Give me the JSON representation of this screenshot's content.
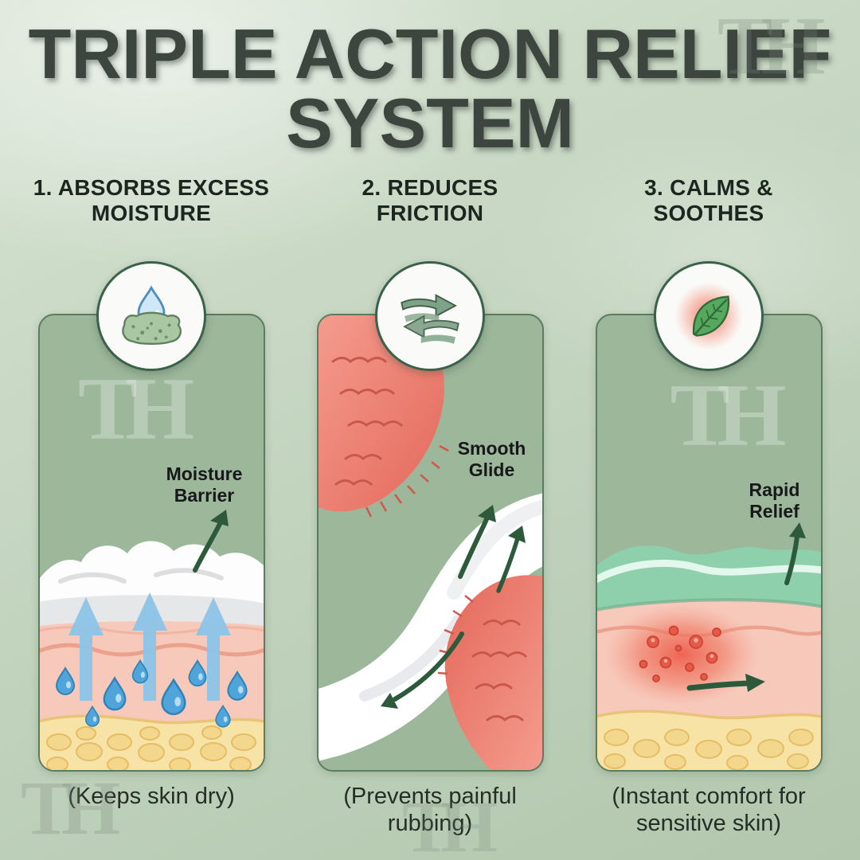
{
  "page": {
    "title_line1": "TRIPLE ACTION RELIEF",
    "title_line2": "SYSTEM",
    "watermark": "TH"
  },
  "colors": {
    "background_light": "#d6e2d2",
    "background_dark": "#b2c7ae",
    "panel_fill": "#9db79b",
    "panel_border": "#5c7c60",
    "title_text": "#3d453f",
    "heading_text": "#1c261f",
    "accent_arrow_green": "#2c5a3b",
    "moisture_blue": "#4fa5da",
    "skin_pink": "#f7c9bb",
    "fat_yellow": "#f8e3a6",
    "irritation_red": "#ee5f4e",
    "soothing_green": "#8fd0ac",
    "cream_white": "#fdfdfd"
  },
  "steps": [
    {
      "heading_line1": "1. ABSORBS EXCESS",
      "heading_line2": "MOISTURE",
      "icon": "sponge-droplet-icon",
      "label": "Moisture Barrier",
      "caption": "(Keeps skin dry)"
    },
    {
      "heading_line1": "2. REDUCES",
      "heading_line2": "FRICTION",
      "icon": "friction-arrows-icon",
      "label": "Smooth Glide",
      "caption": "(Prevents painful rubbing)"
    },
    {
      "heading_line1": "3. CALMS &",
      "heading_line2": "SOOTHES",
      "icon": "leaf-icon",
      "label": "Rapid Relief",
      "caption": "(Instant comfort for sensitive skin)"
    }
  ]
}
